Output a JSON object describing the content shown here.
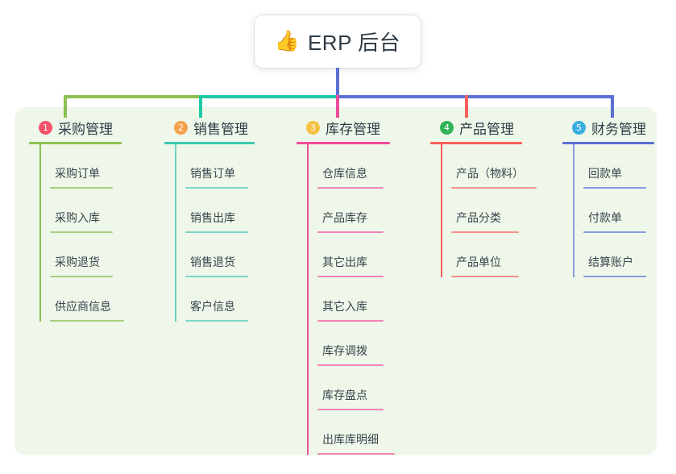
{
  "diagram": {
    "type": "mindmap",
    "root": {
      "icon": "thumbs-up-emoji",
      "emoji": "👍",
      "title": "ERP 后台"
    },
    "branches": [
      {
        "index": "1",
        "title": "采购管理",
        "badge_color": "#f5526c",
        "line_color": "#8cc152",
        "children": [
          "采购订单",
          "采购入库",
          "采购退货",
          "供应商信息"
        ]
      },
      {
        "index": "2",
        "title": "销售管理",
        "badge_color": "#f5a24b",
        "line_color": "#3bc9b0",
        "children": [
          "销售订单",
          "销售出库",
          "销售退货",
          "客户信息"
        ]
      },
      {
        "index": "3",
        "title": "库存管理",
        "badge_color": "#f5c141",
        "line_color": "#ee4c9b",
        "children": [
          "仓库信息",
          "产品库存",
          "其它出库",
          "其它入库",
          "库存调拨",
          "库存盘点",
          "出库库明细"
        ]
      },
      {
        "index": "4",
        "title": "产品管理",
        "badge_color": "#2fb457",
        "line_color": "#f4605c",
        "children": [
          "产品（物料）",
          "产品分类",
          "产品单位"
        ]
      },
      {
        "index": "5",
        "title": "财务管理",
        "badge_color": "#3aaee0",
        "line_color": "#5b6fd4",
        "children": [
          "回款单",
          "付款单",
          "结算账户"
        ]
      }
    ],
    "colors": {
      "panel_background": "#eef7e9",
      "root_background": "#ffffff",
      "text": "#2f3b46",
      "connector_green": "#8cc152",
      "connector_teal": "#1fc8a4",
      "connector_blue": "#5b6fd4",
      "connector_pink": "#ee4c9b",
      "connector_red": "#f4605c"
    }
  }
}
